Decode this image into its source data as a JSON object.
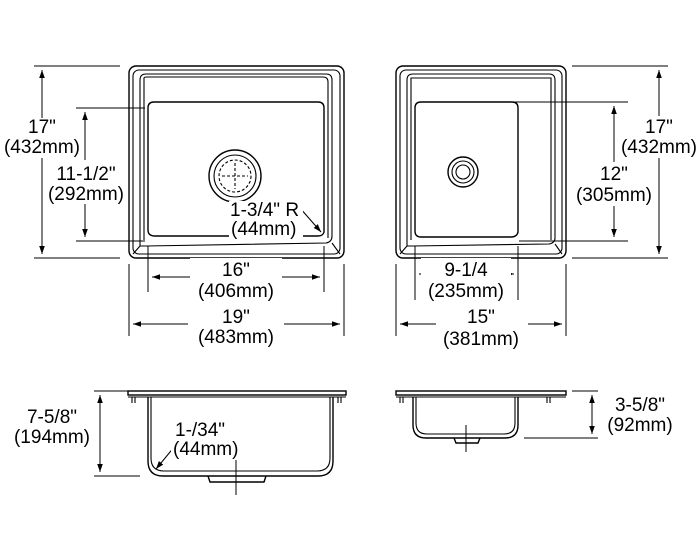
{
  "dims": {
    "d1_height_in": "17\"",
    "d1_height_mm": "(432mm)",
    "d1_bowl_len_in": "11-1/2\"",
    "d1_bowl_len_mm": "(292mm)",
    "d1_radius_in": "1-3/4\" R",
    "d1_radius_mm": "(44mm)",
    "d1_bowl_w_in": "16\"",
    "d1_bowl_w_mm": "(406mm)",
    "d1_width_in": "19\"",
    "d1_width_mm": "(483mm)",
    "d2_height_in": "17\"",
    "d2_height_mm": "(432mm)",
    "d2_bowl_len_in": "12\"",
    "d2_bowl_len_mm": "(305mm)",
    "d2_bowl_w_in": "9-1/4",
    "d2_bowl_w_mm": "(235mm)",
    "d2_width_in": "15\"",
    "d2_width_mm": "(381mm)",
    "d3_depth_in": "7-5/8\"",
    "d3_depth_mm": "(194mm)",
    "d3_radius_in": "1-/34\"",
    "d3_radius_mm": "(44mm)",
    "d4_depth_in": "3-5/8\"",
    "d4_depth_mm": "(92mm)"
  }
}
